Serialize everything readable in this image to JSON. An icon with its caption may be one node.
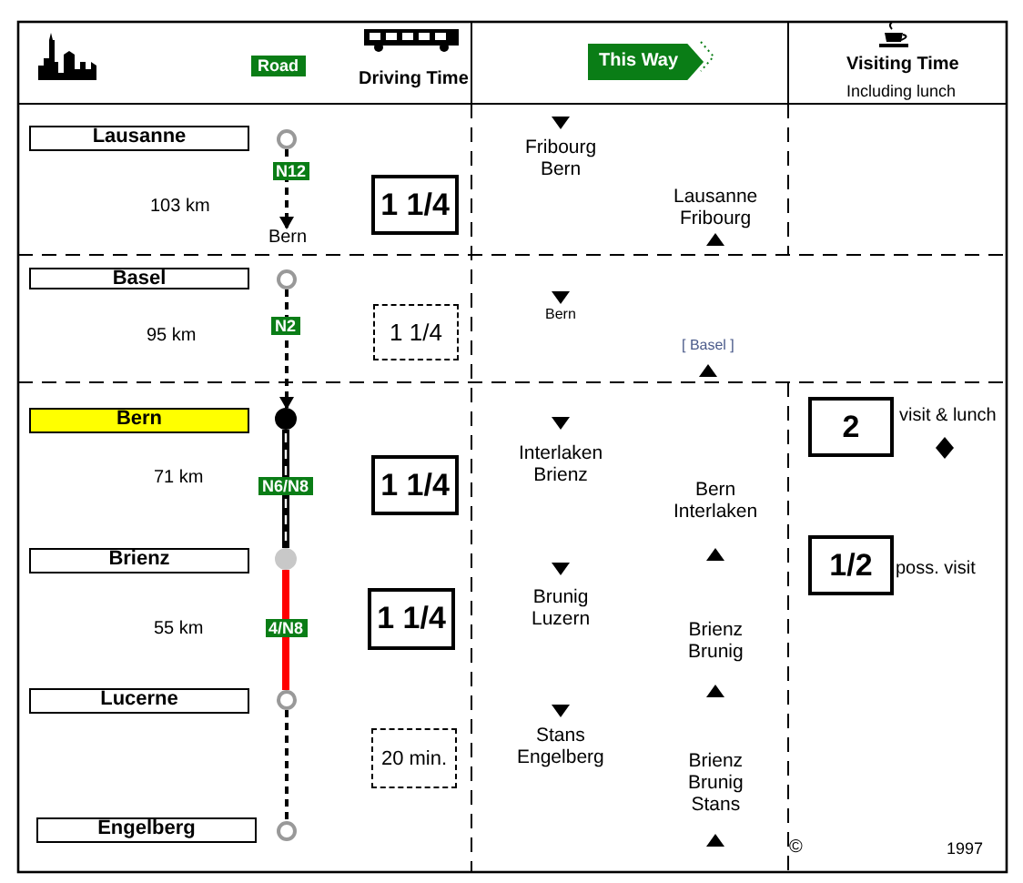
{
  "diagram": {
    "nodes": [
      {
        "text": [
          "Lausanne"
        ]
      },
      {
        "text": [],
        "shape": "circle"
      },
      {
        "text": [
          "Bern"
        ]
      },
      {
        "text": [
          "1 1/4"
        ]
      },
      {
        "text": [
          "Basel"
        ]
      },
      {
        "text": [],
        "shape": "circle"
      },
      {
        "text": [
          "1 1/4"
        ]
      },
      {
        "text": [
          "Bern"
        ]
      },
      {
        "text": [],
        "shape": "circle"
      },
      {
        "text": [
          "1 1/4"
        ]
      },
      {
        "text": [
          "Brienz"
        ]
      },
      {
        "text": [],
        "shape": "circle"
      },
      {
        "text": [
          "1 1/4"
        ]
      },
      {
        "text": [
          "Lucerne"
        ]
      },
      {
        "text": [],
        "shape": "circle"
      },
      {
        "text": [
          "20 min."
        ]
      },
      {
        "text": [
          "Engelberg"
        ]
      },
      {
        "text": [],
        "shape": "circle"
      },
      {
        "text": [
          "2"
        ],
        "beside": [
          "visit & lunch"
        ]
      },
      {
        "text": [
          "1/2"
        ],
        "beside": [
          "poss. visit"
        ]
      }
    ],
    "edges": [
      {
        "from": 1,
        "to": 2,
        "arrow": "to",
        "label": "N12",
        "style": "dashed"
      },
      {
        "from": 5,
        "to": 8,
        "arrow": "to",
        "label": "N2",
        "style": "dashed"
      },
      {
        "from": 8,
        "to": 11,
        "arrow": "none",
        "label": "N6/N8",
        "style": "thick"
      },
      {
        "from": 11,
        "to": 14,
        "arrow": "none",
        "label": "4/N8",
        "style": "thick",
        "color": "#ff0000"
      },
      {
        "from": 14,
        "to": 17,
        "arrow": "none",
        "style": "dashed"
      }
    ],
    "labels": [
      "Road",
      "Driving Time",
      "This Way",
      "Visiting Time",
      "Including lunch",
      "103 km",
      "Fribourg Bern",
      "Lausanne Fribourg",
      "95 km",
      "Bern",
      "[ Basel ]",
      "71 km",
      "Interlaken Brienz",
      "Bern Interlaken",
      "55 km",
      "Brunig Luzern",
      "Brienz Brunig",
      "Stans Engelberg",
      "Brienz Brunig Stans",
      "©",
      "1997"
    ]
  }
}
